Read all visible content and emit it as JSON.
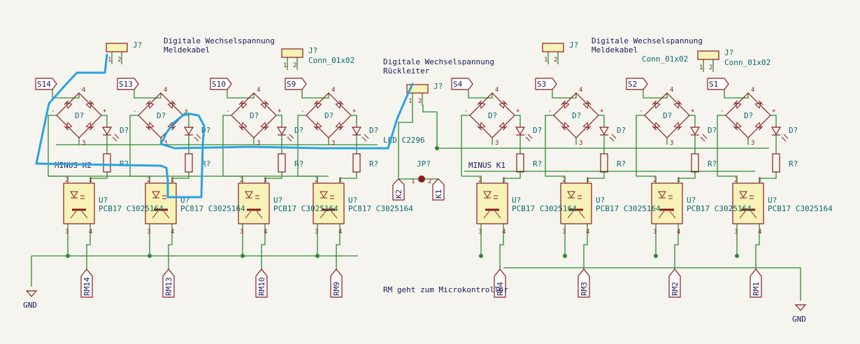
{
  "colors": {
    "wire": "#2f8a2f",
    "symbol": "#8a1c1c",
    "body_fill": "#f7f2b8",
    "ref_text": "#0a6a6a",
    "note_text": "#1a1a5a",
    "annotation": "#2aa3e0",
    "background": "#f5f4ef"
  },
  "notes": {
    "left_top": [
      "Digitale Wechselspannung",
      "Meldekabel"
    ],
    "middle_top": [
      "Digitale Wechselspannung",
      "Rückleiter"
    ],
    "right_top": [
      "Digitale Wechselspannung",
      "Meldekabel"
    ],
    "bottom": "RM geht zum Microkontroller"
  },
  "connectors": {
    "ref": "J?",
    "value": "Conn_01x02",
    "pins": [
      "1",
      "2"
    ]
  },
  "bridge": {
    "ref": "D?",
    "pins": [
      "4",
      "+",
      "3",
      "-"
    ]
  },
  "led": {
    "ref": "D?",
    "value": "LED C2296"
  },
  "resistor": {
    "ref": "R?"
  },
  "optocoupler": {
    "ref": "U?",
    "pins": [
      "2",
      "1",
      "3",
      "4"
    ],
    "values": [
      "PC817 C3025164",
      "PCB17 C3025164"
    ]
  },
  "channels_left": [
    {
      "sensor": "S14",
      "output": "RM14",
      "opto_value": "PCB17 C3025164"
    },
    {
      "sensor": "S13",
      "output": "RM13",
      "opto_value": "PC817 C3025164"
    },
    {
      "sensor": "S10",
      "output": "RM10",
      "opto_value": "PCB17 C3025164"
    },
    {
      "sensor": "S9",
      "output": "RM9",
      "opto_value": "PC817 C3025164"
    }
  ],
  "channels_right": [
    {
      "sensor": "S4",
      "output": "RM4",
      "opto_value": "PCB17 C3025164"
    },
    {
      "sensor": "S3",
      "output": "RM3",
      "opto_value": "PCB17 C3025164"
    },
    {
      "sensor": "S2",
      "output": "RM2",
      "opto_value": "PCB17 C3025164"
    },
    {
      "sensor": "S1",
      "output": "RM1",
      "opto_value": "PCB17 C3025164"
    }
  ],
  "nets": {
    "minus_left": "MINUS K2",
    "minus_right": "MINUS K1"
  },
  "jumper": {
    "ref": "JP?",
    "left": "K2",
    "right": "K1",
    "pins": [
      "1",
      "2"
    ]
  },
  "ground": "GND"
}
